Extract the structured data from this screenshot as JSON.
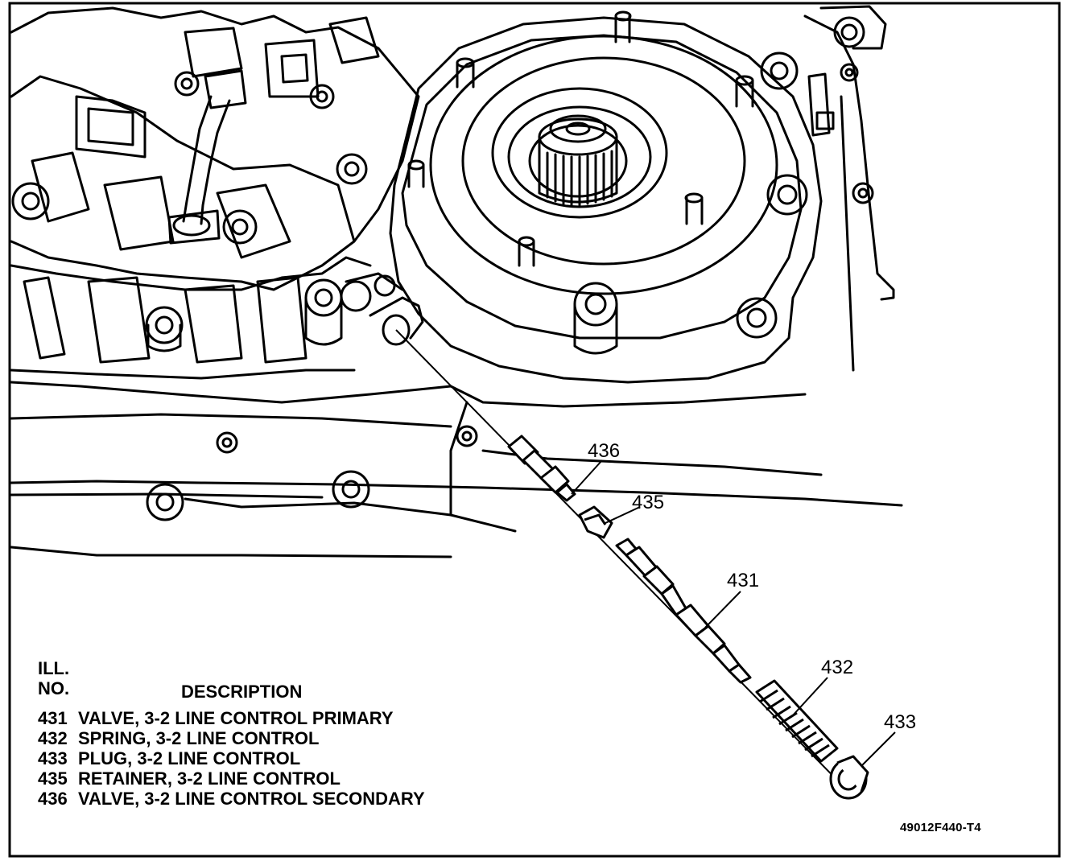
{
  "callouts": [
    {
      "id": "436",
      "label": "436"
    },
    {
      "id": "435",
      "label": "435"
    },
    {
      "id": "431",
      "label": "431"
    },
    {
      "id": "432",
      "label": "432"
    },
    {
      "id": "433",
      "label": "433"
    }
  ],
  "legend": {
    "header_line1": "ILL.",
    "header_line2": "NO.",
    "header_desc": "DESCRIPTION",
    "rows": [
      {
        "no": "431",
        "desc": "VALVE, 3-2 LINE CONTROL PRIMARY"
      },
      {
        "no": "432",
        "desc": "SPRING, 3-2 LINE CONTROL"
      },
      {
        "no": "433",
        "desc": "PLUG, 3-2 LINE CONTROL"
      },
      {
        "no": "435",
        "desc": "RETAINER, 3-2 LINE CONTROL"
      },
      {
        "no": "436",
        "desc": "VALVE, 3-2 LINE CONTROL SECONDARY"
      }
    ]
  },
  "figure_id": "49012F440-T4"
}
